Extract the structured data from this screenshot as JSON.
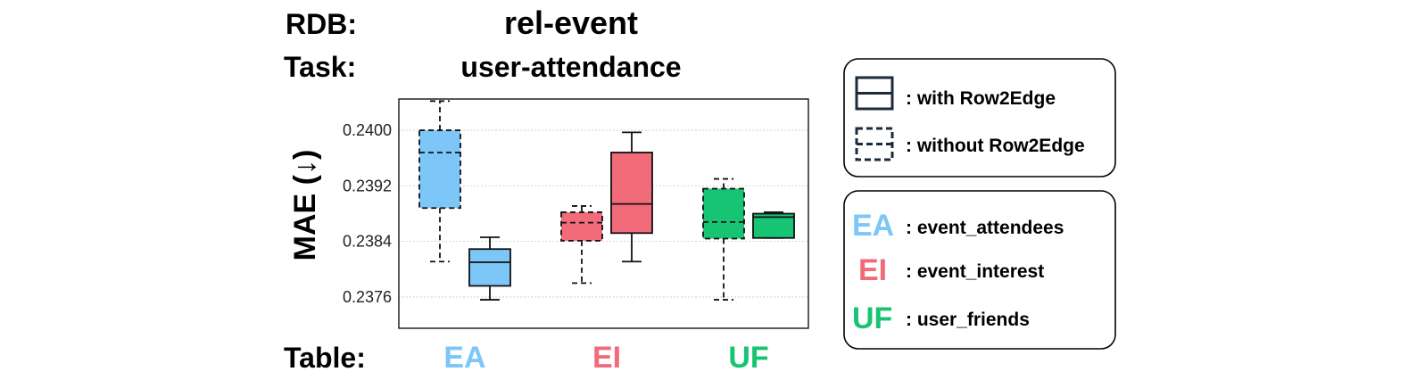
{
  "header": {
    "rdb_label": "RDB:",
    "rdb_value": "rel-event",
    "task_label": "Task:",
    "task_value": "user-attendance",
    "table_label": "Table:"
  },
  "chart_data": {
    "type": "box",
    "ylabel": "MAE (↓)",
    "ylim": [
      0.23715,
      0.24045
    ],
    "yticks": [
      0.2376,
      0.2384,
      0.2392,
      0.24
    ],
    "ytick_labels": [
      "0.2376",
      "0.2384",
      "0.2392",
      "0.2400"
    ],
    "grid": true,
    "categories": [
      {
        "code": "EA",
        "color": "#7cc6f8"
      },
      {
        "code": "EI",
        "color": "#f26b7a"
      },
      {
        "code": "UF",
        "color": "#17c474"
      }
    ],
    "boxes": [
      {
        "category": "EA",
        "row2edge": false,
        "whisker_low": 0.23811,
        "q1": 0.23888,
        "median": 0.23968,
        "q3": 0.24,
        "whisker_high": 0.24042
      },
      {
        "category": "EA",
        "row2edge": true,
        "whisker_low": 0.23756,
        "q1": 0.23776,
        "median": 0.2381,
        "q3": 0.23829,
        "whisker_high": 0.23846
      },
      {
        "category": "EI",
        "row2edge": false,
        "whisker_low": 0.2378,
        "q1": 0.23841,
        "median": 0.23867,
        "q3": 0.23882,
        "whisker_high": 0.23891
      },
      {
        "category": "EI",
        "row2edge": true,
        "whisker_low": 0.23811,
        "q1": 0.23852,
        "median": 0.23894,
        "q3": 0.23968,
        "whisker_high": 0.23997
      },
      {
        "category": "UF",
        "row2edge": false,
        "whisker_low": 0.23756,
        "q1": 0.23844,
        "median": 0.23868,
        "q3": 0.23916,
        "whisker_high": 0.2393
      },
      {
        "category": "UF",
        "row2edge": true,
        "whisker_low": 0.23845,
        "q1": 0.23845,
        "median": 0.23875,
        "q3": 0.2388,
        "whisker_high": 0.23882
      }
    ]
  },
  "legend_style": {
    "with_label": ": with Row2Edge",
    "without_label": ": without Row2Edge"
  },
  "legend_tables": [
    {
      "code": "EA",
      "label": ": event_attendees",
      "color": "#7cc6f8"
    },
    {
      "code": "EI",
      "label": ": event_interest",
      "color": "#f26b7a"
    },
    {
      "code": "UF",
      "label": ": user_friends",
      "color": "#17c474"
    }
  ]
}
